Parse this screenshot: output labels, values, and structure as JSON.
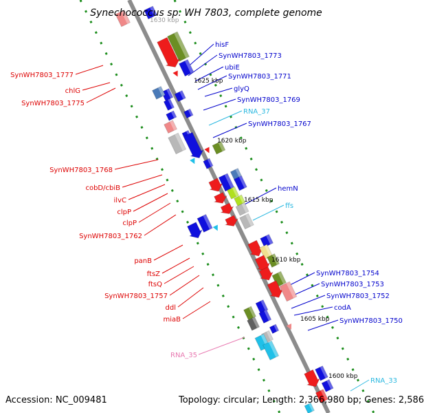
{
  "title": "Synechococcus sp. WH 7803, complete genome",
  "accession": "Accession: NC_009481",
  "topology": "Topology: circular; Length: 2,366,980 bp; Genes: 2,586",
  "colors": {
    "backbone": "#8c8c8c",
    "tick": "#1a8c1a",
    "left_label": "#dd0000",
    "right_label": "#0000cc",
    "rna_label": "#2ab8e0",
    "rna35_label": "#e878b0",
    "red": "#ee1c1c",
    "blue": "#1010dd",
    "olive": "#6b8e23",
    "gray": "#b8b8b8",
    "pink": "#f08888",
    "steel": "#4a7ab8",
    "lime": "#b0e020",
    "khaki": "#f0e090",
    "cyan": "#20c0e8",
    "darkgray": "#606060"
  },
  "kbp_markers": [
    "1630 kbp",
    "1625 kbp",
    "1620 kbp",
    "1615 kbp",
    "1610 kbp",
    "1605 kbp",
    "1600 kbp"
  ],
  "left_genes": [
    "SynWH7803_1777",
    "chlG",
    "SynWH7803_1775",
    "SynWH7803_1768",
    "cobD/cbiB",
    "ilvC",
    "clpP",
    "clpP",
    "SynWH7803_1762",
    "panB",
    "ftsZ",
    "ftsQ",
    "SynWH7803_1757",
    "ddl",
    "miaB"
  ],
  "right_genes": [
    "hisF",
    "SynWH7803_1773",
    "ubiE",
    "SynWH7803_1771",
    "glyQ",
    "SynWH7803_1769",
    "RNA_37",
    "SynWH7803_1767",
    "hemN",
    "ffs",
    "SynWH7803_1754",
    "SynWH7803_1753",
    "SynWH7803_1752",
    "codA",
    "SynWH7803_1750",
    "RNA_33"
  ],
  "rna_genes": [
    "RNA_35"
  ]
}
